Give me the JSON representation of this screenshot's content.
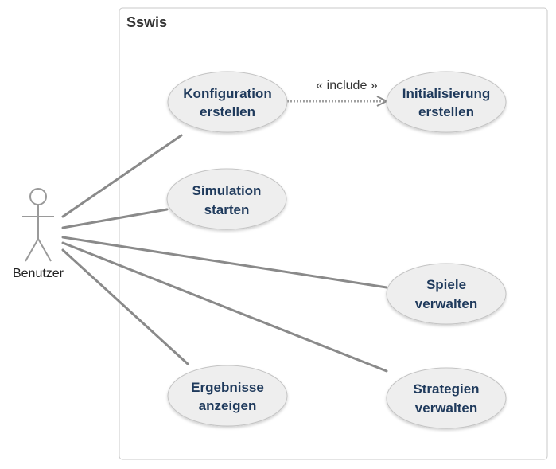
{
  "system": {
    "title": "Sswis"
  },
  "actor": {
    "name": "Benutzer"
  },
  "use_cases": {
    "konfiguration": {
      "line1": "Konfiguration",
      "line2": "erstellen"
    },
    "initialisierung": {
      "line1": "Initialisierung",
      "line2": "erstellen"
    },
    "simulation": {
      "line1": "Simulation",
      "line2": "starten"
    },
    "spiele": {
      "line1": "Spiele",
      "line2": "verwalten"
    },
    "strategien": {
      "line1": "Strategien",
      "line2": "verwalten"
    },
    "ergebnisse": {
      "line1": "Ergebnisse",
      "line2": "anzeigen"
    }
  },
  "relationships": {
    "include_label": "« include »"
  },
  "colors": {
    "ellipse_fill": "#eeeeee",
    "ellipse_stroke": "#c4c4c4",
    "line": "#8a8a8a",
    "text": "#1f3a5c"
  }
}
